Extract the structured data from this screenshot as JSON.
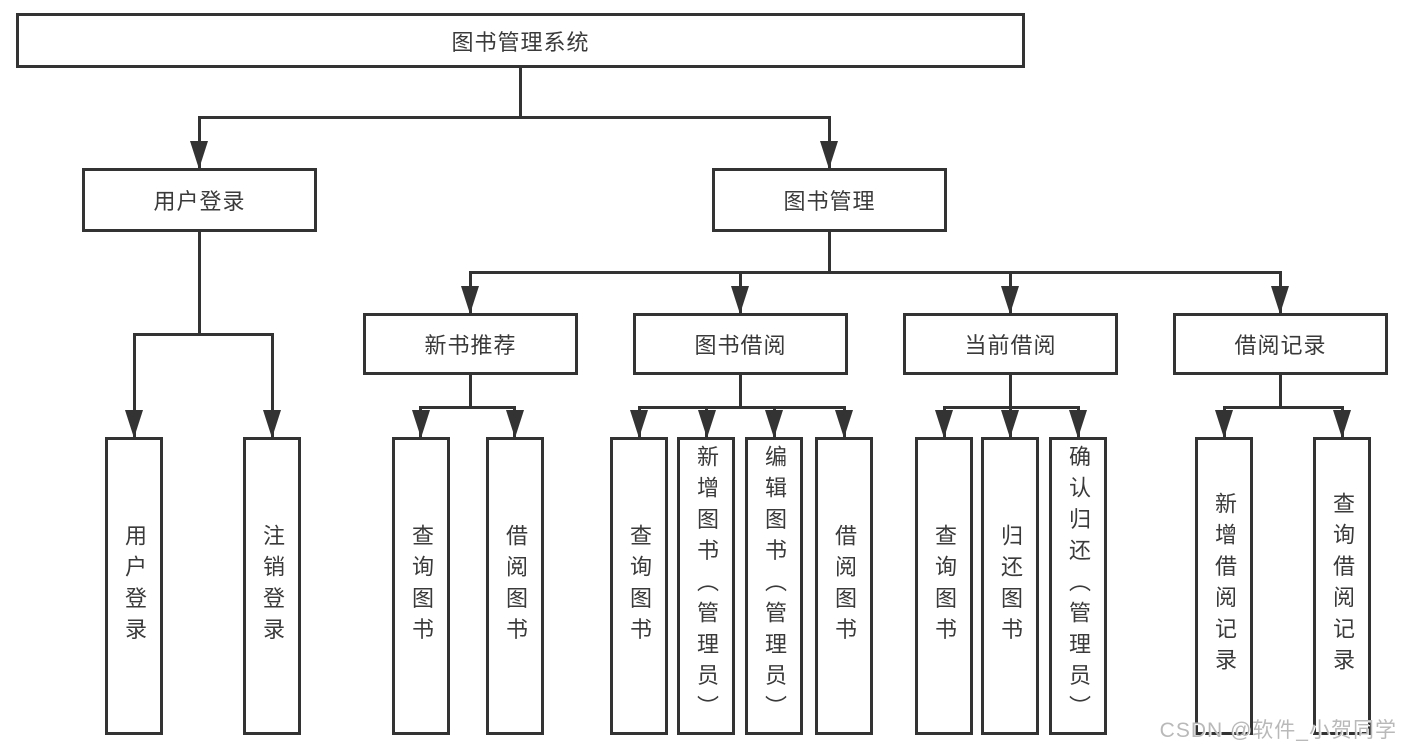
{
  "diagram": {
    "root": {
      "label": "图书管理系统"
    },
    "level2": [
      {
        "label": "用户登录",
        "children": [
          "用户登录",
          "注销登录"
        ]
      },
      {
        "label": "图书管理"
      }
    ],
    "level3": [
      {
        "label": "新书推荐",
        "children": [
          "查询图书",
          "借阅图书"
        ]
      },
      {
        "label": "图书借阅",
        "children": [
          "查询图书",
          "新增图书（管理员）",
          "编辑图书（管理员）",
          "借阅图书"
        ]
      },
      {
        "label": "当前借阅",
        "children": [
          "查询图书",
          "归还图书",
          "确认归还（管理员）"
        ]
      },
      {
        "label": "借阅记录",
        "children": [
          "新增借阅记录",
          "查询借阅记录"
        ]
      }
    ],
    "watermark": "CSDN @软件_小贺同学",
    "colors": {
      "line": "#333333",
      "text": "#3a3a3a",
      "watermark": "#b9b9b9",
      "background": "#ffffff"
    }
  }
}
